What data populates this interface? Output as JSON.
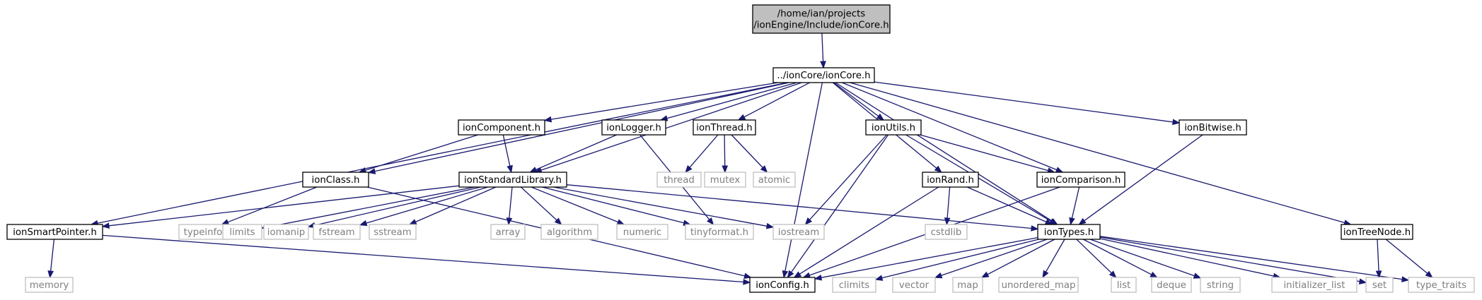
{
  "colors": {
    "edge": "#191970",
    "root_fill": "#bfbfbf",
    "system_border": "#bfbfbf",
    "system_text": "#7f7f7f",
    "node_border": "#000000"
  },
  "nodes": [
    {
      "id": "root",
      "lines": [
        "/home/ian/projects",
        "/ionEngine/Include/ionCore.h"
      ],
      "style": "root"
    },
    {
      "id": "ioncore",
      "lines": [
        "../ionCore/ionCore.h"
      ],
      "style": "solid"
    },
    {
      "id": "ioncomponent",
      "lines": [
        "ionComponent.h"
      ],
      "style": "solid"
    },
    {
      "id": "ionlogger",
      "lines": [
        "ionLogger.h"
      ],
      "style": "solid"
    },
    {
      "id": "ionthread",
      "lines": [
        "ionThread.h"
      ],
      "style": "solid"
    },
    {
      "id": "ionutils",
      "lines": [
        "ionUtils.h"
      ],
      "style": "solid"
    },
    {
      "id": "ionbitwise",
      "lines": [
        "ionBitwise.h"
      ],
      "style": "solid"
    },
    {
      "id": "ionclass",
      "lines": [
        "ionClass.h"
      ],
      "style": "solid"
    },
    {
      "id": "ionstdlib",
      "lines": [
        "ionStandardLibrary.h"
      ],
      "style": "solid"
    },
    {
      "id": "thread",
      "lines": [
        "thread"
      ],
      "style": "system"
    },
    {
      "id": "mutex",
      "lines": [
        "mutex"
      ],
      "style": "system"
    },
    {
      "id": "atomic",
      "lines": [
        "atomic"
      ],
      "style": "system"
    },
    {
      "id": "ionrand",
      "lines": [
        "ionRand.h"
      ],
      "style": "solid"
    },
    {
      "id": "ioncomparison",
      "lines": [
        "ionComparison.h"
      ],
      "style": "solid"
    },
    {
      "id": "ionsmartpointer",
      "lines": [
        "ionSmartPointer.h"
      ],
      "style": "solid"
    },
    {
      "id": "typeinfo",
      "lines": [
        "typeinfo"
      ],
      "style": "system"
    },
    {
      "id": "limits",
      "lines": [
        "limits"
      ],
      "style": "system"
    },
    {
      "id": "iomanip",
      "lines": [
        "iomanip"
      ],
      "style": "system"
    },
    {
      "id": "fstream",
      "lines": [
        "fstream"
      ],
      "style": "system"
    },
    {
      "id": "sstream",
      "lines": [
        "sstream"
      ],
      "style": "system"
    },
    {
      "id": "array",
      "lines": [
        "array"
      ],
      "style": "system"
    },
    {
      "id": "algorithm",
      "lines": [
        "algorithm"
      ],
      "style": "system"
    },
    {
      "id": "numeric",
      "lines": [
        "numeric"
      ],
      "style": "system"
    },
    {
      "id": "tinyformat",
      "lines": [
        "tinyformat.h"
      ],
      "style": "system"
    },
    {
      "id": "iostream",
      "lines": [
        "iostream"
      ],
      "style": "system"
    },
    {
      "id": "cstdlib",
      "lines": [
        "cstdlib"
      ],
      "style": "system"
    },
    {
      "id": "iontypes",
      "lines": [
        "ionTypes.h"
      ],
      "style": "solid"
    },
    {
      "id": "iontreenode",
      "lines": [
        "ionTreeNode.h"
      ],
      "style": "solid"
    },
    {
      "id": "memory",
      "lines": [
        "memory"
      ],
      "style": "system"
    },
    {
      "id": "ionconfig",
      "lines": [
        "ionConfig.h"
      ],
      "style": "solid"
    },
    {
      "id": "climits",
      "lines": [
        "climits"
      ],
      "style": "system"
    },
    {
      "id": "vector",
      "lines": [
        "vector"
      ],
      "style": "system"
    },
    {
      "id": "map",
      "lines": [
        "map"
      ],
      "style": "system"
    },
    {
      "id": "unordered_map",
      "lines": [
        "unordered_map"
      ],
      "style": "system"
    },
    {
      "id": "list",
      "lines": [
        "list"
      ],
      "style": "system"
    },
    {
      "id": "deque",
      "lines": [
        "deque"
      ],
      "style": "system"
    },
    {
      "id": "string",
      "lines": [
        "string"
      ],
      "style": "system"
    },
    {
      "id": "initializer_list",
      "lines": [
        "initializer_list"
      ],
      "style": "system"
    },
    {
      "id": "set",
      "lines": [
        "set"
      ],
      "style": "system"
    },
    {
      "id": "type_traits",
      "lines": [
        "type_traits"
      ],
      "style": "system"
    }
  ],
  "edges": [
    [
      "root",
      "ioncore"
    ],
    [
      "ioncore",
      "ioncomponent"
    ],
    [
      "ioncore",
      "ionlogger"
    ],
    [
      "ioncore",
      "ionthread"
    ],
    [
      "ioncore",
      "ionutils"
    ],
    [
      "ioncore",
      "ionbitwise"
    ],
    [
      "ioncore",
      "iontreenode"
    ],
    [
      "ioncore",
      "ionclass"
    ],
    [
      "ioncore",
      "ionstdlib"
    ],
    [
      "ioncore",
      "ionsmartpointer"
    ],
    [
      "ioncore",
      "ionconfig"
    ],
    [
      "ioncore",
      "ionrand"
    ],
    [
      "ioncore",
      "ioncomparison"
    ],
    [
      "ioncore",
      "iontypes"
    ],
    [
      "ioncomponent",
      "ionclass"
    ],
    [
      "ioncomponent",
      "ionstdlib"
    ],
    [
      "ionlogger",
      "ionstdlib"
    ],
    [
      "ionlogger",
      "tinyformat"
    ],
    [
      "ionthread",
      "thread"
    ],
    [
      "ionthread",
      "mutex"
    ],
    [
      "ionthread",
      "atomic"
    ],
    [
      "ionutils",
      "iostream"
    ],
    [
      "ionutils",
      "ionconfig"
    ],
    [
      "ionutils",
      "ioncomparison"
    ],
    [
      "ionutils",
      "iontypes"
    ],
    [
      "ionbitwise",
      "iontypes"
    ],
    [
      "ionclass",
      "typeinfo"
    ],
    [
      "ionclass",
      "ionconfig"
    ],
    [
      "ionstdlib",
      "ionsmartpointer"
    ],
    [
      "ionstdlib",
      "limits"
    ],
    [
      "ionstdlib",
      "iomanip"
    ],
    [
      "ionstdlib",
      "fstream"
    ],
    [
      "ionstdlib",
      "sstream"
    ],
    [
      "ionstdlib",
      "array"
    ],
    [
      "ionstdlib",
      "algorithm"
    ],
    [
      "ionstdlib",
      "numeric"
    ],
    [
      "ionstdlib",
      "tinyformat"
    ],
    [
      "ionstdlib",
      "iostream"
    ],
    [
      "ionstdlib",
      "iontypes"
    ],
    [
      "ionrand",
      "cstdlib"
    ],
    [
      "ionrand",
      "iontypes"
    ],
    [
      "ionrand",
      "ionconfig"
    ],
    [
      "ioncomparison",
      "iontypes"
    ],
    [
      "ioncomparison",
      "ionconfig"
    ],
    [
      "ionsmartpointer",
      "memory"
    ],
    [
      "ionsmartpointer",
      "ionconfig"
    ],
    [
      "iontreenode",
      "set"
    ],
    [
      "iontreenode",
      "type_traits"
    ],
    [
      "iontypes",
      "ionconfig"
    ],
    [
      "iontypes",
      "climits"
    ],
    [
      "iontypes",
      "vector"
    ],
    [
      "iontypes",
      "map"
    ],
    [
      "iontypes",
      "unordered_map"
    ],
    [
      "iontypes",
      "list"
    ],
    [
      "iontypes",
      "deque"
    ],
    [
      "iontypes",
      "string"
    ],
    [
      "iontypes",
      "initializer_list"
    ],
    [
      "iontypes",
      "set"
    ],
    [
      "iontypes",
      "type_traits"
    ]
  ]
}
